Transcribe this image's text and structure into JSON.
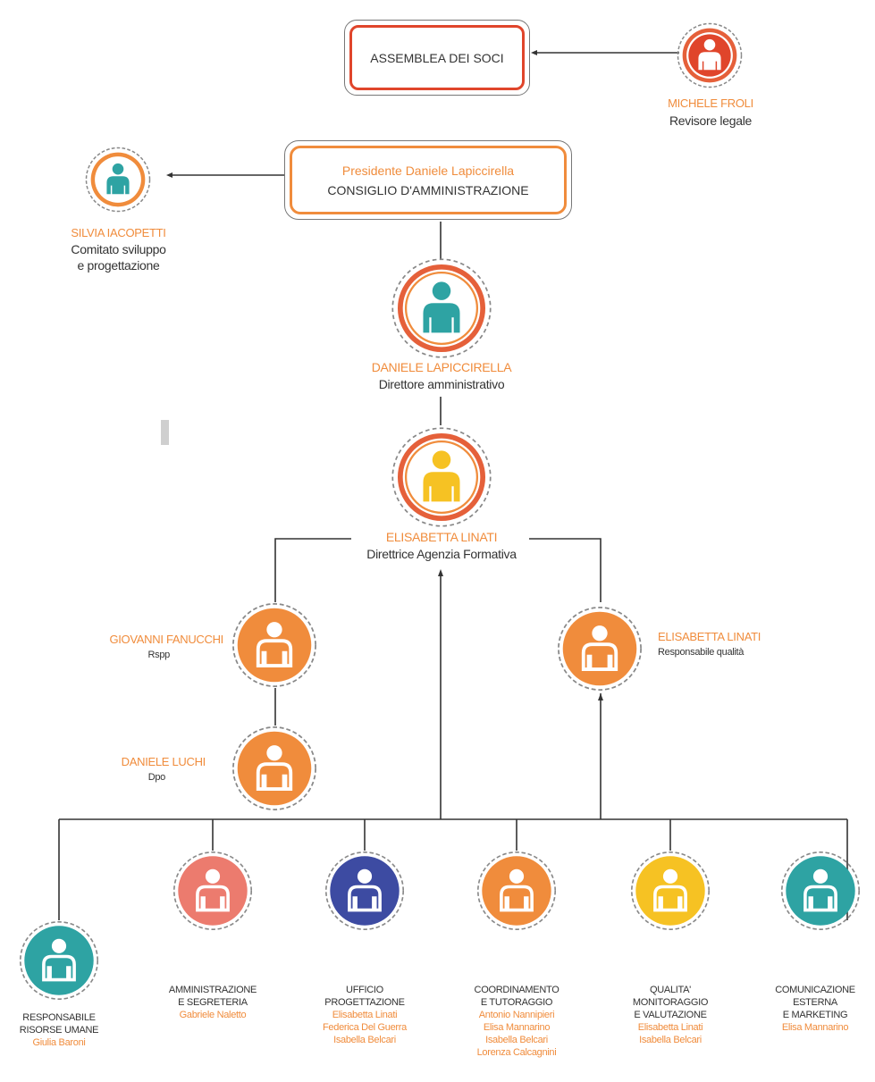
{
  "colors": {
    "orange": "#f08c3c",
    "red_orange": "#e5603a",
    "red": "#e0452b",
    "teal": "#2ea3a3",
    "yellow": "#f6c223",
    "salmon": "#ec7b6e",
    "indigo": "#3d4ba2",
    "line": "#333333",
    "dash": "#888888"
  },
  "assemblea": {
    "label": "ASSEMBLEA DEI SOCI"
  },
  "revisore": {
    "name": "MICHELE FROLI",
    "role": "Revisore legale"
  },
  "cda": {
    "president": "Presidente Daniele Lapiccirella",
    "label": "CONSIGLIO D'AMMINISTRAZIONE"
  },
  "comitato": {
    "name": "SILVIA IACOPETTI",
    "role_line1": "Comitato sviluppo",
    "role_line2": "e progettazione"
  },
  "direttore": {
    "name": "DANIELE LAPICCIRELLA",
    "role": "Direttore amministrativo"
  },
  "direttrice": {
    "name": "ELISABETTA LINATI",
    "role": "Direttrice Agenzia Formativa"
  },
  "rspp": {
    "name": "GIOVANNI FANUCCHI",
    "role": "Rspp"
  },
  "dpo": {
    "name": "DANIELE LUCHI",
    "role": "Dpo"
  },
  "qualita": {
    "name": "ELISABETTA LINATI",
    "role": "Responsabile qualità"
  },
  "departments": [
    {
      "title": [
        "RESPONSABILE",
        "RISORSE UMANE"
      ],
      "people": [
        "Giulia Baroni"
      ],
      "icon": "person-teal-icon"
    },
    {
      "title": [
        "AMMINISTRAZIONE",
        "E SEGRETERIA"
      ],
      "people": [
        "Gabriele Naletto"
      ],
      "icon": "person-salmon-icon"
    },
    {
      "title": [
        "UFFICIO",
        "PROGETTAZIONE"
      ],
      "people": [
        "Elisabetta Linati",
        "Federica Del Guerra",
        "Isabella Belcari"
      ],
      "icon": "person-indigo-icon"
    },
    {
      "title": [
        "COORDINAMENTO",
        "E TUTORAGGIO"
      ],
      "people": [
        "Antonio Nannipieri",
        "Elisa Mannarino",
        "Isabella Belcari",
        "Lorenza Calcagnini"
      ],
      "icon": "person-orange-icon"
    },
    {
      "title": [
        "QUALITA'",
        "MONITORAGGIO",
        "E VALUTAZIONE"
      ],
      "people": [
        "Elisabetta Linati",
        "Isabella Belcari"
      ],
      "icon": "person-yellow-icon"
    },
    {
      "title": [
        "COMUNICAZIONE",
        "ESTERNA",
        "E MARKETING"
      ],
      "people": [
        "Elisa Mannarino"
      ],
      "icon": "person-teal-icon"
    }
  ]
}
